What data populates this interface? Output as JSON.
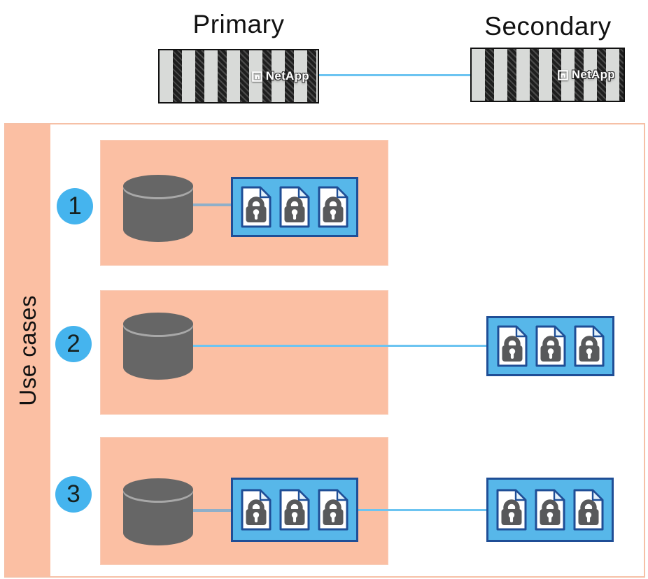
{
  "header": {
    "primary_label": "Primary",
    "secondary_label": "Secondary",
    "appliance_brand": "NetApp"
  },
  "use_cases": {
    "side_label": "Use cases",
    "rows": [
      {
        "number": "1",
        "primary_snapshots": 3,
        "secondary_snapshots": 0
      },
      {
        "number": "2",
        "primary_snapshots": 0,
        "secondary_snapshots": 3
      },
      {
        "number": "3",
        "primary_snapshots": 3,
        "secondary_snapshots": 3
      }
    ]
  },
  "colors": {
    "salmon": "#fbbfa3",
    "sky": "#57b7e9",
    "navy": "#1f4e96",
    "link": "#6cc4f1",
    "steel": "#8fafc9",
    "badge": "#45b4ee",
    "lockgray": "#58595b",
    "metal": "#d8dad8"
  },
  "icons": {
    "locked_snapshot": "document-with-padlock-icon",
    "database": "database-cylinder-icon",
    "netapp_mark": "netapp-square-n-logo"
  }
}
